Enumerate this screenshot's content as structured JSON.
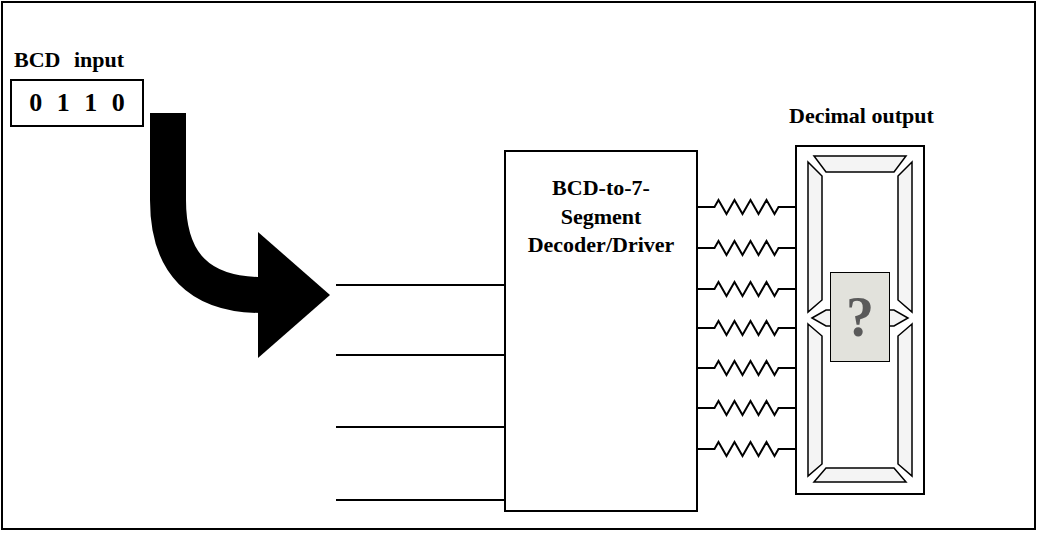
{
  "diagram": {
    "nodes": [
      {
        "text": [
          "BCD input",
          "0 1 1 0"
        ]
      },
      {
        "text": [
          "BCD-to-7-Segment Decoder/Driver"
        ]
      },
      {
        "text": [
          "Decimal output"
        ]
      },
      {
        "text": [
          "?"
        ],
        "in": 2
      }
    ],
    "edges": [
      {
        "from": 1,
        "to": 2,
        "arrow": "none"
      },
      {
        "from": 1,
        "to": 2,
        "arrow": "none"
      },
      {
        "from": 1,
        "to": 2,
        "arrow": "none"
      },
      {
        "from": 1,
        "to": 2,
        "arrow": "none"
      },
      {
        "from": 1,
        "to": 2,
        "arrow": "none"
      },
      {
        "from": 1,
        "to": 2,
        "arrow": "none"
      },
      {
        "from": 1,
        "to": 2,
        "arrow": "none"
      }
    ]
  }
}
